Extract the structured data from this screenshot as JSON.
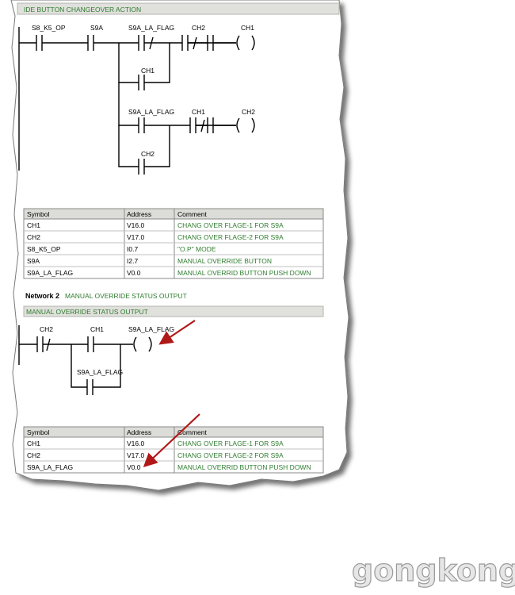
{
  "network1": {
    "title_bar": "IDE BUTTON CHANGEOVER ACTION",
    "rung_labels": {
      "s8_k5_op": "S8_K5_OP",
      "s9a": "S9A",
      "s9a_la_flag_a": "S9A_LA_FLAG",
      "ch2_a": "CH2",
      "ch1_coil": "CH1",
      "ch1_parallel": "CH1",
      "s9a_la_flag_b": "S9A_LA_FLAG",
      "ch1_b": "CH1",
      "ch2_coil": "CH2",
      "ch2_parallel": "CH2"
    },
    "table": {
      "headers": [
        "Symbol",
        "Address",
        "Comment"
      ],
      "rows": [
        [
          "CH1",
          "V16.0",
          "CHANG OVER FLAGE-1 FOR S9A"
        ],
        [
          "CH2",
          "V17.0",
          "CHANG OVER FLAGE-2 FOR S9A"
        ],
        [
          "S8_K5_OP",
          "I0.7",
          "\"O.P\" MODE"
        ],
        [
          "S9A",
          "I2.7",
          "MANUAL OVERRIDE BUTTON"
        ],
        [
          "S9A_LA_FLAG",
          "V0.0",
          "MANUAL OVERRID BUTTON PUSH DOWN"
        ]
      ]
    }
  },
  "network2": {
    "label": "Network 2",
    "subtitle": "MANUAL OVERRIDE STATUS OUTPUT",
    "title_bar": "MANUAL OVERRIDE STATUS OUTPUT",
    "rung_labels": {
      "ch2": "CH2",
      "ch1": "CH1",
      "coil": "S9A_LA_FLAG",
      "parallel": "S9A_LA_FLAG"
    },
    "table": {
      "headers": [
        "Symbol",
        "Address",
        "Comment"
      ],
      "rows": [
        [
          "CH1",
          "V16.0",
          "CHANG OVER FLAGE-1 FOR S9A"
        ],
        [
          "CH2",
          "V17.0",
          "CHANG OVER FLAGE-2 FOR S9A"
        ],
        [
          "S9A_LA_FLAG",
          "V0.0",
          "MANUAL OVERRID BUTTON PUSH DOWN"
        ]
      ]
    }
  },
  "watermark": "gongkong",
  "colors": {
    "comment_green": "#2f7d2f",
    "title_bar_bg": "#e0e0dc",
    "header_bg": "#dcdcd8",
    "arrow": "#b01818"
  }
}
